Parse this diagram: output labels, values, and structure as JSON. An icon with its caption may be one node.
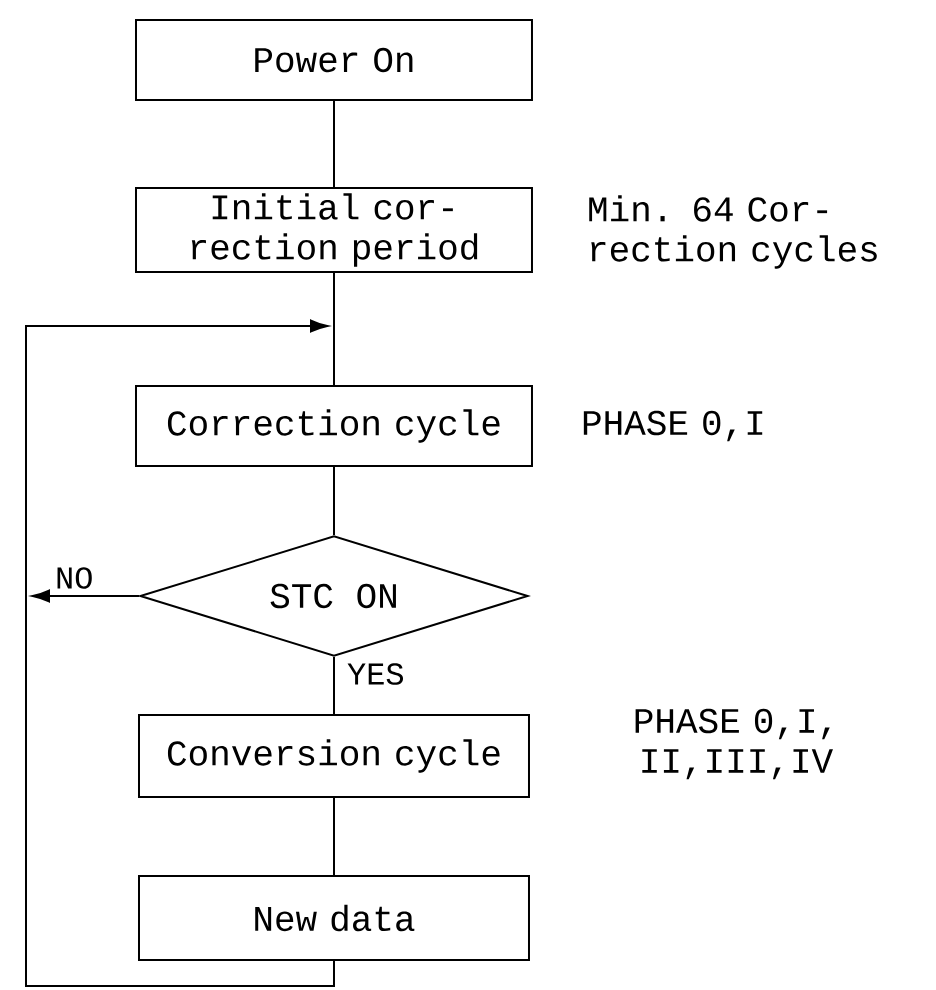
{
  "diagram": {
    "nodes": [
      {
        "text": [
          "Power On"
        ]
      },
      {
        "text": [
          "Initial cor- rection period"
        ],
        "beside": [
          "Min. 64 Cor- rection cycles"
        ]
      },
      {
        "text": [
          "Correction cycle"
        ],
        "beside": [
          "PHASE 0,I"
        ]
      },
      {
        "text": [
          "STC ON"
        ]
      },
      {
        "text": [
          "Conversion cycle"
        ],
        "beside": [
          "PHASE 0,I, II,III,IV"
        ]
      },
      {
        "text": [
          "New data"
        ]
      }
    ],
    "edges": [
      {
        "from": 0,
        "to": 1,
        "arrow": "none"
      },
      {
        "from": 1,
        "to": 2,
        "arrow": "none"
      },
      {
        "from": 2,
        "to": 3,
        "arrow": "none"
      },
      {
        "from": 3,
        "to": 4,
        "arrow": "none",
        "label": "YES"
      },
      {
        "from": 4,
        "to": 5,
        "arrow": "none"
      },
      {
        "from": 3,
        "to": null,
        "arrow": "to",
        "label": "NO"
      },
      {
        "from": 5,
        "to": null,
        "arrow": "to"
      }
    ]
  }
}
